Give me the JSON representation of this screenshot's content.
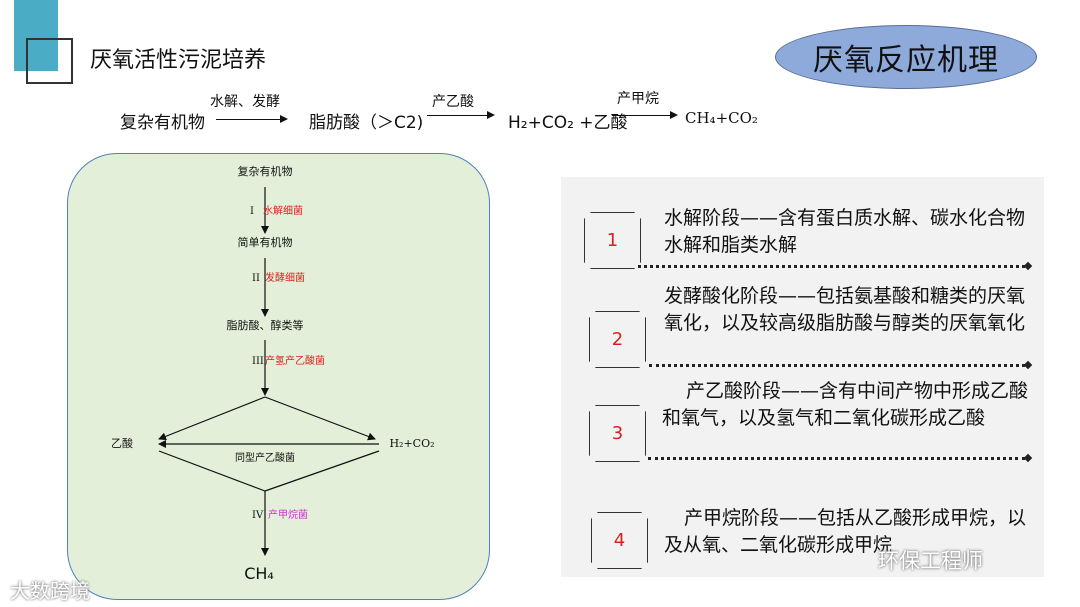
{
  "page": {
    "title": "厌氧活性污泥培养",
    "badge": "厌氧反应机理"
  },
  "equation": {
    "reactant": "复杂有机物",
    "step1_label": "水解、发酵",
    "intermediate": "脂肪酸（＞C2)",
    "step2_label": "产乙酸",
    "product1": "H₂+CO₂ +乙酸",
    "step3_label": "产甲烷",
    "product2": "CH₄+CO₂"
  },
  "flowchart": {
    "nodes": {
      "complex_organics": "复杂有机物",
      "simple_organics": "简单有机物",
      "fatty_acids_alcohols": "脂肪酸、醇类等",
      "acetic_acid": "乙酸",
      "h2_co2": "H₂+CO₂",
      "ch4": "CH₄"
    },
    "stages": [
      {
        "numeral": "I",
        "bacteria": "水解细菌",
        "color": "#e02020"
      },
      {
        "numeral": "II",
        "bacteria": "发酵细菌",
        "color": "#e02020"
      },
      {
        "numeral": "III",
        "bacteria": "产氢产乙酸菌",
        "color": "#e02020"
      },
      {
        "numeral": "IV",
        "bacteria": "产甲烷菌",
        "color": "#cc33cc"
      }
    ],
    "homoacetogen_label": "同型产乙酸菌"
  },
  "steps": [
    {
      "number": "1",
      "text": "水解阶段——含有蛋白质水解、碳水化合物水解和脂类水解"
    },
    {
      "number": "2",
      "text": "发酵酸化阶段——包括氨基酸和糖类的厌氧氧化，以及较高级脂肪酸与醇类的厌氧氧化"
    },
    {
      "number": "3",
      "text": "产乙酸阶段——含有中间产物中形成乙酸和氧气，以及氢气和二氧化碳形成乙酸"
    },
    {
      "number": "4",
      "text": "产甲烷阶段——包括从乙酸形成甲烷，以及从氧、二氧化碳形成甲烷"
    }
  ],
  "watermarks": {
    "left": "大数跨境",
    "right": "环保工程师"
  },
  "colors": {
    "accent": "#4bacc6",
    "badge": "#8eaadb",
    "panel_green": "#e3efd9",
    "step_number": "#d92020"
  }
}
